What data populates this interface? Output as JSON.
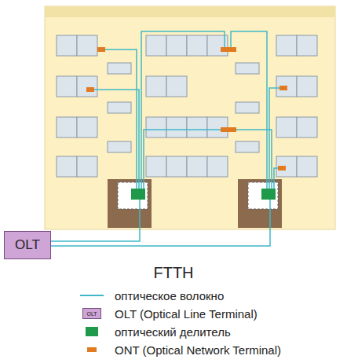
{
  "diagram": {
    "nodes": [
      {
        "text": [
          "OLT"
        ]
      }
    ],
    "labels": [
      "FTTH",
      "OLT"
    ],
    "legend": [
      {
        "text": "оптическое волокно"
      },
      {
        "text": "OLT (Optical Line Terminal)"
      },
      {
        "text": "оптический делитель",
        "color": "#1f9a4a"
      },
      {
        "text": "ONT (Optical Network Terminal)",
        "color": "#e07b22"
      }
    ]
  }
}
